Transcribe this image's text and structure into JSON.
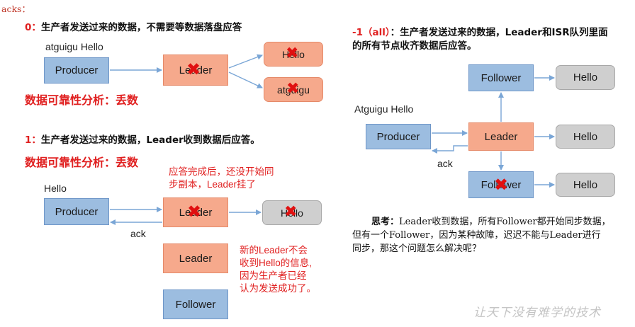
{
  "header": {
    "label": "acks："
  },
  "case0": {
    "title_prefix": "0：",
    "title": "生产者发送过来的数据，不需要等数据落盘应答",
    "message": "atguigu  Hello",
    "producer": "Producer",
    "leader": "Leader",
    "msg1": "Hello",
    "msg2": "atguigu",
    "analysis": "数据可靠性分析：丢数"
  },
  "case1": {
    "title_prefix": "1：",
    "title": "生产者发送过来的数据，Leader收到数据后应答。",
    "analysis": "数据可靠性分析：丢数",
    "message": "Hello",
    "producer": "Producer",
    "leader_old": "Leader",
    "msg": "Hello",
    "ack": "ack",
    "note1_line1": "应答完成后，还没开始同",
    "note1_line2": "步副本，Leader挂了",
    "leader_new": "Leader",
    "follower": "Follower",
    "note2_line1": "新的Leader不会",
    "note2_line2": "收到Hello的信息,",
    "note2_line3": "因为生产者已经",
    "note2_line4": "认为发送成功了。"
  },
  "caseAll": {
    "title_prefix": "-1（all）",
    "title_line1": "：生产者发送过来的数据，Leader和ISR队列里面",
    "title_line2": "的所有节点收齐数据后应答。",
    "message": "Atguigu Hello",
    "producer": "Producer",
    "leader": "Leader",
    "follower_top": "Follower",
    "follower_bottom": "Follower",
    "hello_top": "Hello",
    "hello_mid": "Hello",
    "hello_bottom": "Hello",
    "ack": "ack"
  },
  "thinking": {
    "label": "思考：",
    "line1": "Leader收到数据，所有Follower都开始同步数据，",
    "line2": "但有一个Follower，因为某种故障，迟迟不能与Leader进行",
    "line3": "同步，那这个问题怎么解决呢？"
  },
  "watermark": "让天下没有难学的技术",
  "colors": {
    "blue_box": "#9cbde0",
    "orange_box": "#f6a98c",
    "gray_box": "#cfcfcf",
    "red_text": "#e02020",
    "title_red": "#e02020",
    "arrow": "#7aa6d6"
  }
}
